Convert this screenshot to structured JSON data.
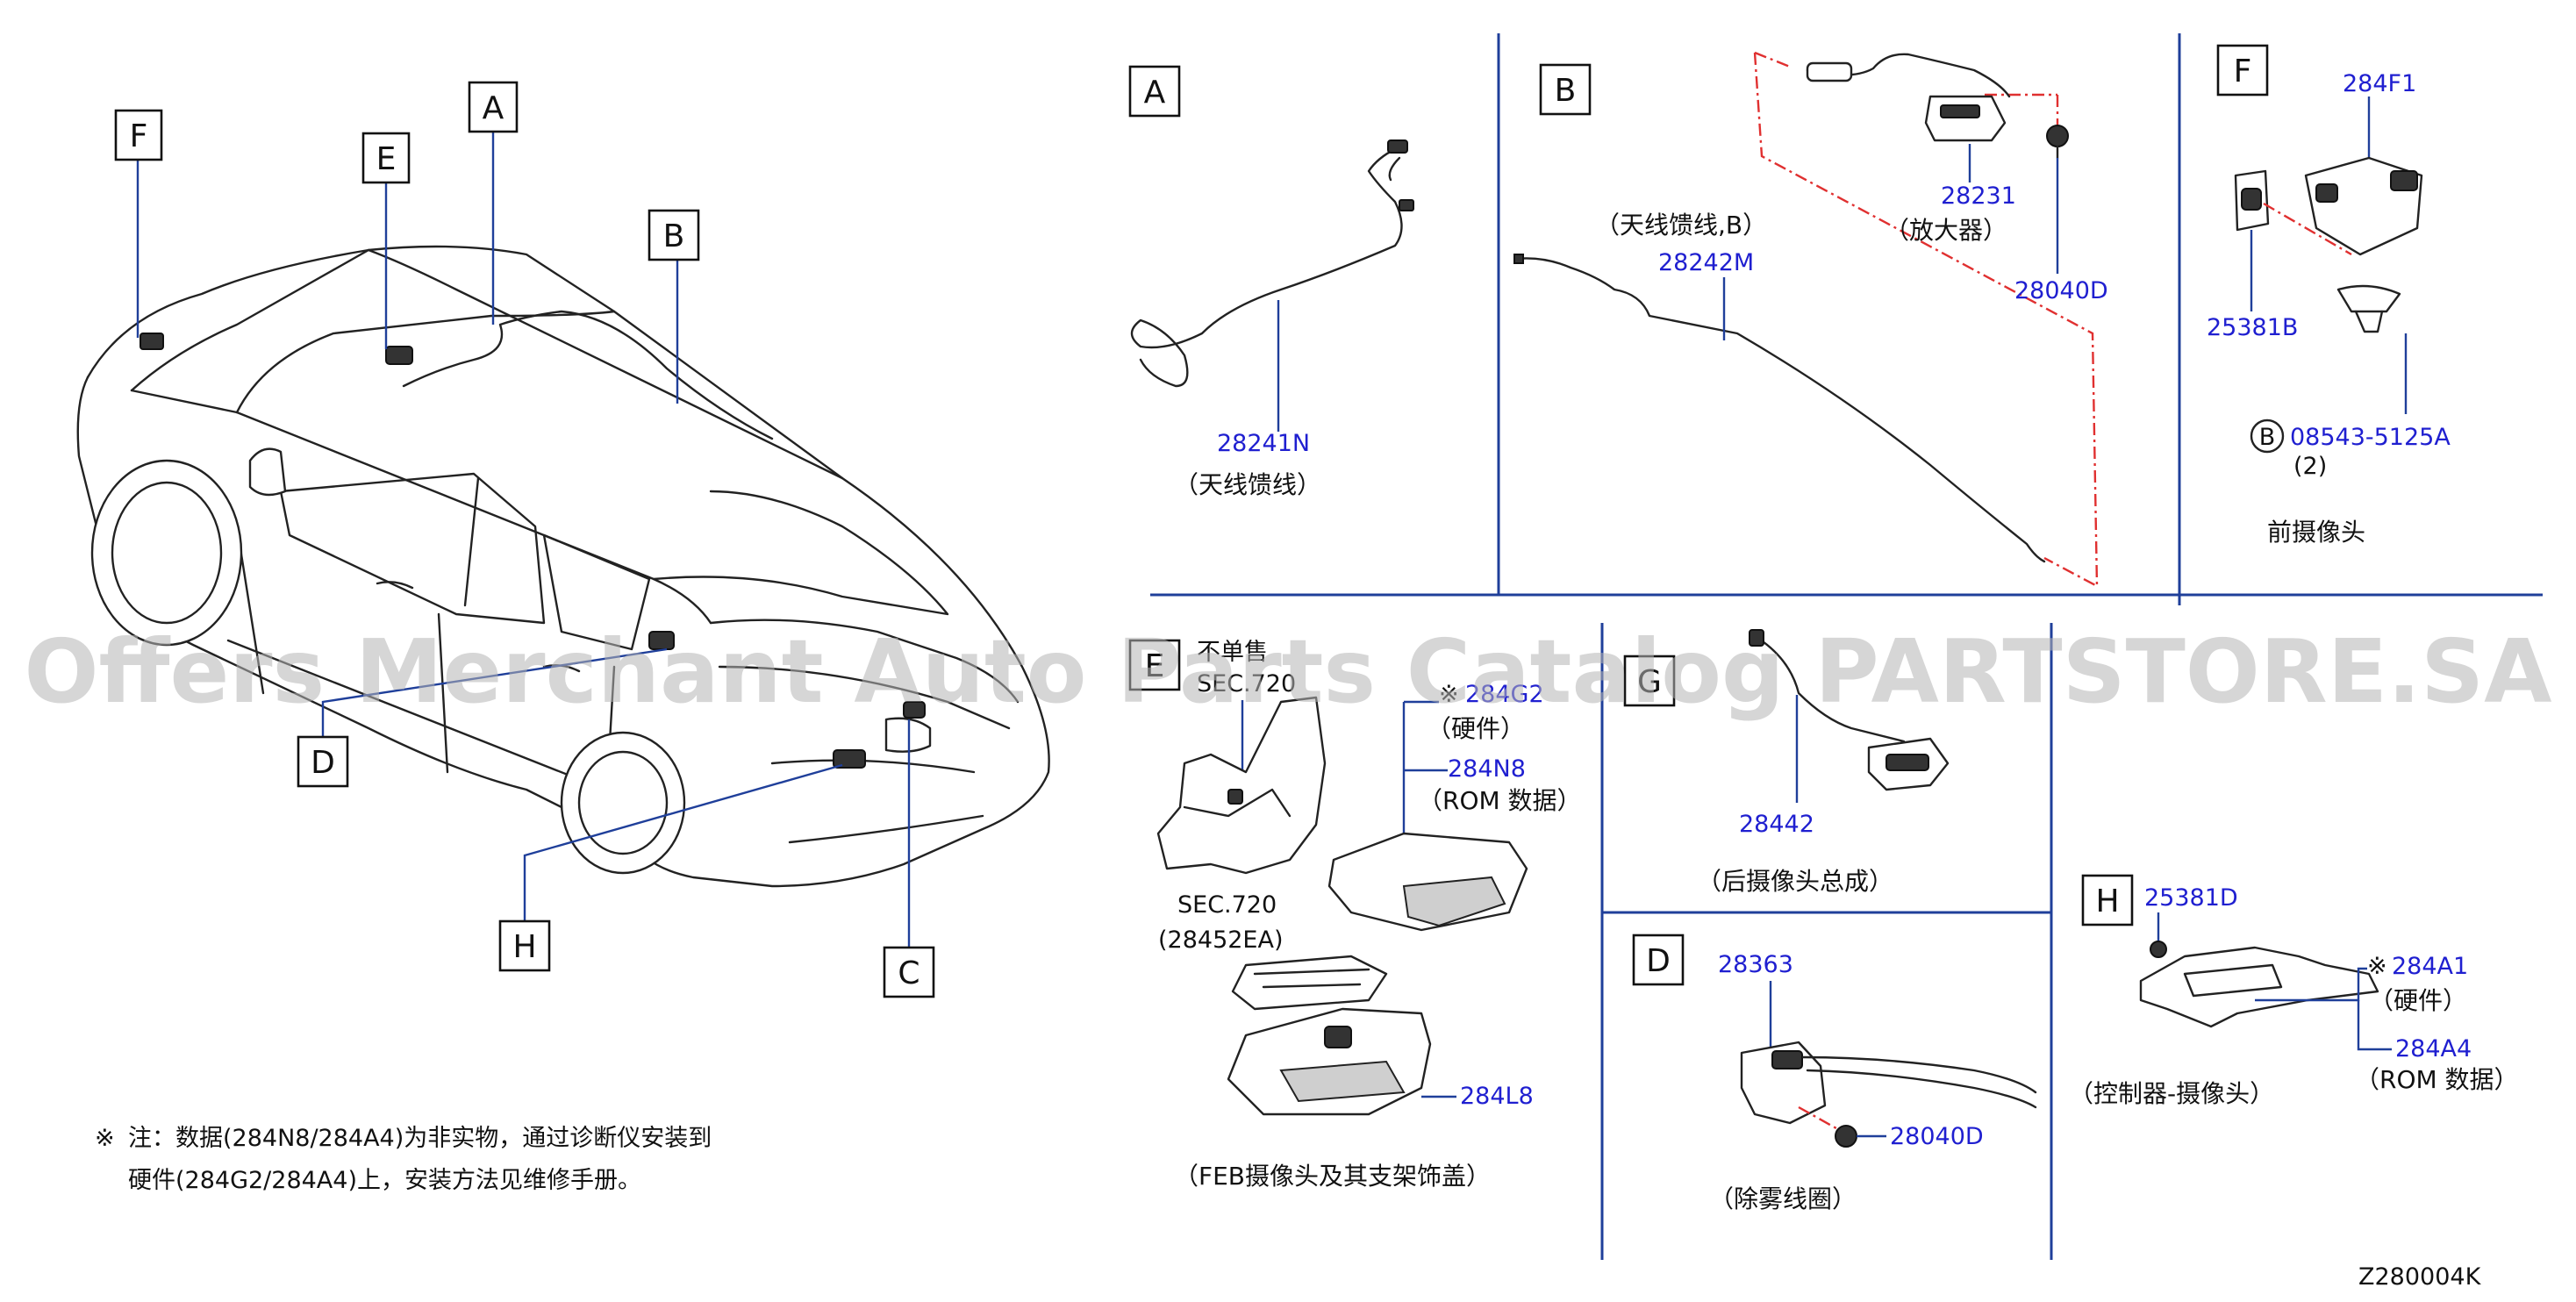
{
  "watermark": "Offers Merchant Auto Parts Catalog PARTSTORE.SA",
  "diagram_code": "Z280004K",
  "car_callouts": {
    "f": "F",
    "e": "E",
    "a": "A",
    "b": "B",
    "d": "D",
    "h": "H",
    "c": "C"
  },
  "panel_a": {
    "box": "A",
    "part": "28241N",
    "caption": "（天线馈线）"
  },
  "panel_b": {
    "box": "B",
    "part_amp": "28231",
    "caption_amp": "（放大器）",
    "part_screw": "28040D",
    "caption_cable": "（天线馈线,B）",
    "part_cable": "28242M"
  },
  "panel_f": {
    "box": "F",
    "part_bracket": "284F1",
    "part_pad": "25381B",
    "circle": "B",
    "part_bolt": "08543-5125A",
    "qty": "(2)",
    "caption": "前摄像头"
  },
  "panel_e": {
    "box": "E",
    "notsold": "不单售",
    "sec1": "SEC.720",
    "mark": "※",
    "part_hw": "284G2",
    "caption_hw": "（硬件）",
    "part_rom": "284N8",
    "caption_rom": "（ROM 数据）",
    "sec2": "SEC.720",
    "sec2_part": "(28452EA)",
    "part_cover": "284L8",
    "caption": "（FEB摄像头及其支架饰盖）"
  },
  "panel_g": {
    "box": "G",
    "part": "28442",
    "caption": "（后摄像头总成）"
  },
  "panel_d": {
    "box": "D",
    "part_coil": "28363",
    "part_screw": "28040D",
    "caption": "（除雾线圈）"
  },
  "panel_h": {
    "box": "H",
    "part_pad": "25381D",
    "mark": "※",
    "part_hw": "284A1",
    "caption_hw": "（硬件）",
    "part_rom": "284A4",
    "caption_rom": "（ROM 数据）",
    "caption": "（控制器-摄像头）"
  },
  "footnote": {
    "mark": "※",
    "line1": "注：数据(284N8/284A4)为非实物，通过诊断仪安装到",
    "line2": "硬件(284G2/284A4)上，安装方法见维修手册。"
  },
  "colors": {
    "part_number": "#1f1fd0",
    "leader": "#1f3f9a",
    "dashed_outline": "#e03030",
    "sec_ref": "#8a2be2",
    "watermark": "#b5b5b5"
  }
}
